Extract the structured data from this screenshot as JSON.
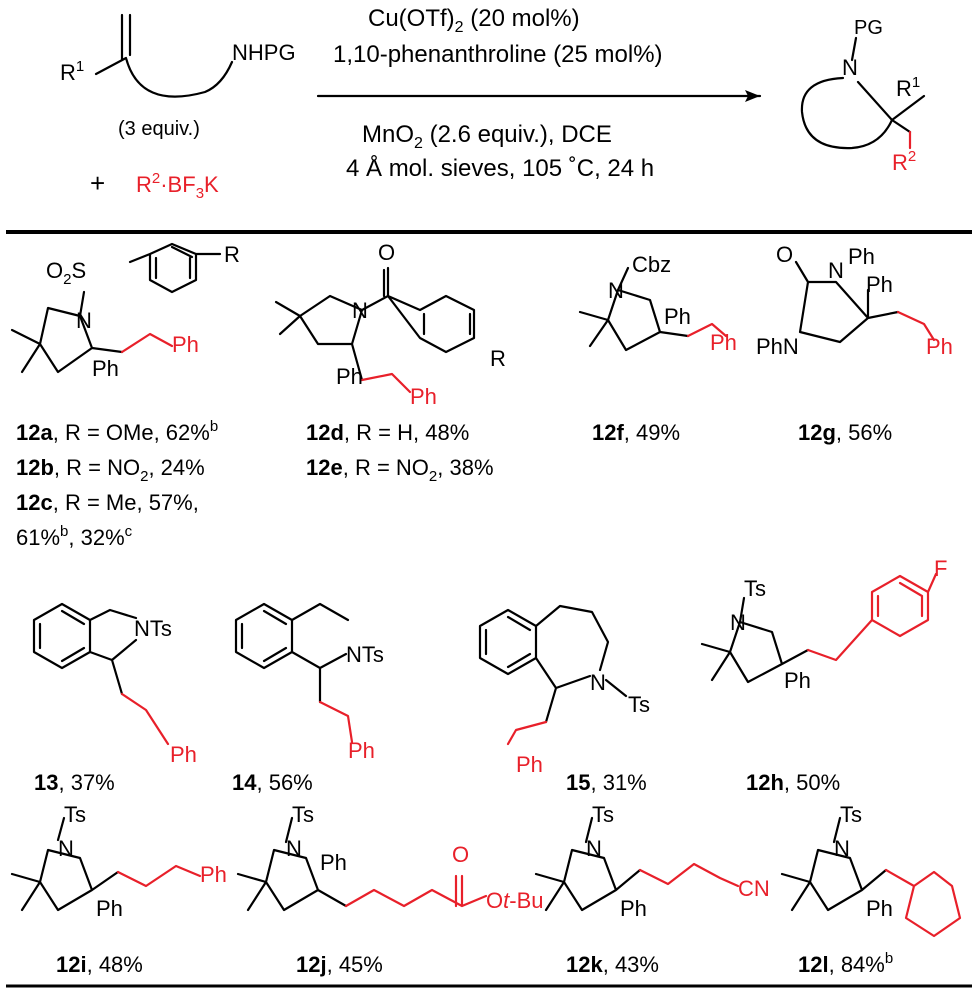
{
  "scheme": {
    "conditions": {
      "line1": "Cu(OTf)",
      "line1_sub": "2",
      "line1_end": " (20 mol%)",
      "line2": "1,10-phenanthroline (25 mol%)",
      "line3": "MnO",
      "line3_sub": "2",
      "line3_end": " (2.6 equiv.), DCE",
      "line4": "4 Å mol. sieves, 105 ˚C, 24 h"
    },
    "reactant": {
      "r1": "R",
      "r1_sup": "1",
      "nhpg": "NHPG",
      "equiv": "(3 equiv.)",
      "plus": "+",
      "r2": "R",
      "r2_sup": "2",
      "r2_rest": "·BF",
      "r2_sub": "3",
      "r2_k": "K"
    },
    "product": {
      "pg": "PG",
      "n": "N",
      "r1": "R",
      "r1_sup": "1",
      "r2": "R",
      "r2_sup": "2"
    }
  },
  "compounds": {
    "c12a": {
      "id": "12a",
      "text": ", R = OMe, 62%",
      "sup": "b"
    },
    "c12b": {
      "id": "12b",
      "text": ", R = NO",
      "sub": "2",
      "end": ", 24%"
    },
    "c12c": {
      "id": "12c",
      "text": ", R = Me, 57%,"
    },
    "c12c2": {
      "text": "61%",
      "sup1": "b",
      "mid": ", 32%",
      "sup2": "c"
    },
    "c12d": {
      "id": "12d",
      "text": ", R = H, 48%"
    },
    "c12e": {
      "id": "12e",
      "text": ", R = NO",
      "sub": "2",
      "end": ", 38%"
    },
    "c12f": {
      "id": "12f",
      "text": ", 49%"
    },
    "c12g": {
      "id": "12g",
      "text": ", 56%"
    },
    "c13": {
      "id": "13",
      "text": ", 37%"
    },
    "c14": {
      "id": "14",
      "text": ", 56%"
    },
    "c15": {
      "id": "15",
      "text": ", 31%"
    },
    "c12h": {
      "id": "12h",
      "text": ", 50%"
    },
    "c12i": {
      "id": "12i",
      "text": ", 48%"
    },
    "c12j": {
      "id": "12j",
      "text": ", 45%"
    },
    "c12k": {
      "id": "12k",
      "text": ", 43%"
    },
    "c12l": {
      "id": "12l",
      "text": ", 84%",
      "sup": "b"
    }
  },
  "atoms": {
    "N": "N",
    "O": "O",
    "Ph": "Ph",
    "PhN": "PhN",
    "Ts": "Ts",
    "NTs": "NTs",
    "Cbz": "Cbz",
    "R": "R",
    "F": "F",
    "CN": "CN",
    "SO": "O",
    "S_sub": "2",
    "S": "S",
    "OtBu_O": "O",
    "OtBu_t": "t",
    "OtBu_rest": "-Bu"
  },
  "colors": {
    "accent": "#e8202a",
    "text": "#000000"
  }
}
